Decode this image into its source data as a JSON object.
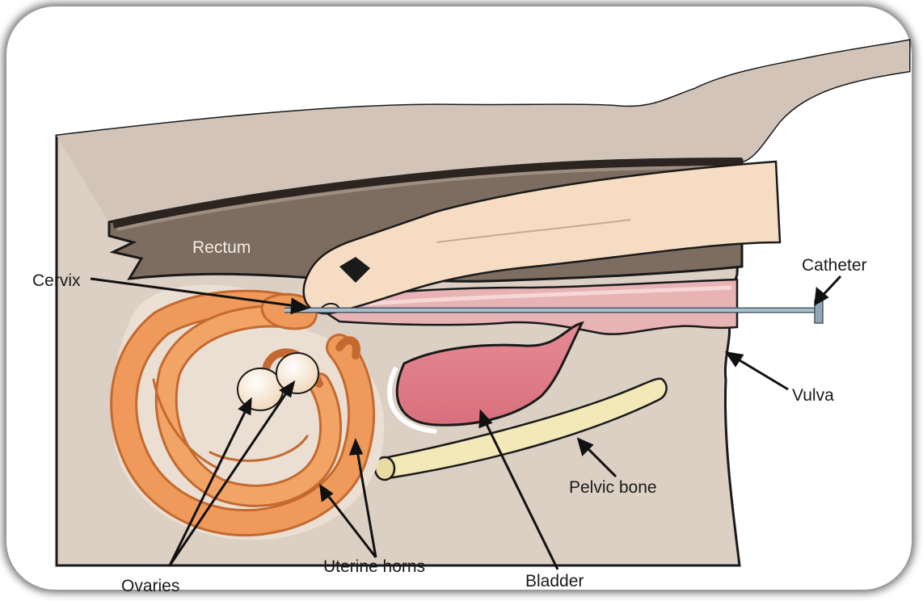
{
  "labels": {
    "rectum": "Rectum",
    "cervix": "Cervix",
    "catheter": "Catheter",
    "vulva": "Vulva",
    "pelvic_bone": "Pelvic bone",
    "bladder": "Bladder",
    "uterine_horns": "Uterine horns",
    "ovaries": "Ovaries"
  },
  "colors": {
    "body": "#dccfc4",
    "rectum": "#7d6d60",
    "rectum_dark": "#3a2f2a",
    "arm": "#f6dcc2",
    "uterus": "#ef9a5a",
    "uterus_outline": "#c46a30",
    "vagina": "#e8b3b5",
    "bladder": "#d86c78",
    "bone": "#f2e8b8",
    "catheter": "#8fa7b8",
    "ovary": "#faf1e4"
  }
}
